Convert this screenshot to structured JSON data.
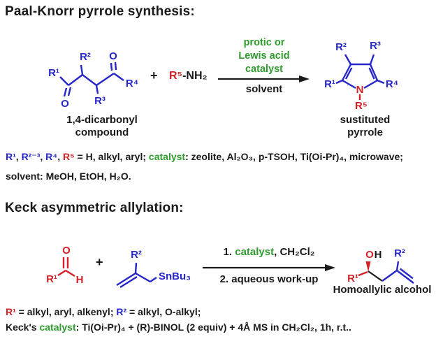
{
  "colors": {
    "blue": "#2626c9",
    "red": "#d42127",
    "green": "#2e9b2e",
    "black": "#1a1a1a"
  },
  "s1": {
    "title": "Paal-Knorr pyrrole synthesis:",
    "dicarbonyl": {
      "r1": "R¹",
      "r2": "R²",
      "r3": "R³",
      "r4": "R⁴",
      "o_left": "O",
      "o_right": "O",
      "caption": "1,4-dicarbonyl\ncompound"
    },
    "plus": "+",
    "amine": [
      {
        "t": "R⁵",
        "c": "red"
      },
      {
        "t": "-NH₂",
        "c": "black"
      }
    ],
    "conditions_above": [
      "protic or",
      "Lewis acid",
      "catalyst"
    ],
    "conditions_below": "solvent",
    "pyrrole": {
      "r1": "R¹",
      "r2": "R²",
      "r3": "R³",
      "r4": "R⁴",
      "n": "N",
      "r5": "R⁵",
      "caption": "sustituted\npyrrole"
    },
    "note_line1": [
      {
        "t": "R¹",
        "c": "blue"
      },
      {
        "t": ", ",
        "c": "black"
      },
      {
        "t": "R²⁻³",
        "c": "blue"
      },
      {
        "t": ", ",
        "c": "black"
      },
      {
        "t": "R⁴",
        "c": "blue"
      },
      {
        "t": ", ",
        "c": "black"
      },
      {
        "t": "R⁵",
        "c": "red"
      },
      {
        "t": " = H, alkyl, aryl; ",
        "c": "black"
      },
      {
        "t": "catalyst",
        "c": "green"
      },
      {
        "t": ": zeolite, Al₂O₃, p-TSOH, Ti(Oi-Pr)₄, microwave;",
        "c": "black"
      }
    ],
    "note_line2": [
      {
        "t": "solvent: MeOH, EtOH, H₂O.",
        "c": "black"
      }
    ]
  },
  "s2": {
    "title": "Keck asymmetric allylation:",
    "aldehyde": {
      "r1": "R¹",
      "o": "O",
      "h": "H"
    },
    "plus": "+",
    "stannane": {
      "r2": "R²",
      "sn": "SnBu₃"
    },
    "conditions_above": [
      {
        "t": "1. ",
        "c": "black"
      },
      {
        "t": "catalyst",
        "c": "green"
      },
      {
        "t": ", CH₂Cl₂",
        "c": "black"
      }
    ],
    "conditions_below": "2. aqueous work-up",
    "alcohol": {
      "r1": "R¹",
      "o": "O",
      "h": "H",
      "r2": "R²",
      "caption": "Homoallylic alcohol"
    },
    "note_line1": [
      {
        "t": "R¹",
        "c": "red"
      },
      {
        "t": " = alkyl, aryl, alkenyl; ",
        "c": "black"
      },
      {
        "t": "R²",
        "c": "blue"
      },
      {
        "t": " = alkyl, O-alkyl;",
        "c": "black"
      }
    ],
    "note_line2": [
      {
        "t": "Keck's ",
        "c": "black"
      },
      {
        "t": "catalyst",
        "c": "green"
      },
      {
        "t": ": Ti(Oi-Pr)₄ + (R)-BINOL (2 equiv) + 4Å MS in CH₂Cl₂, 1h, r.t..",
        "c": "black"
      }
    ]
  }
}
